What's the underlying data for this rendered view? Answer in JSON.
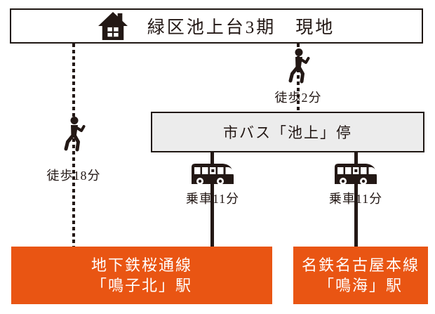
{
  "destination": {
    "label": "緑区池上台3期　現地"
  },
  "bus_stop": {
    "label": "市バス「池上」停"
  },
  "stations": {
    "subway": {
      "line": "地下鉄桜通線",
      "name": "「鳴子北」駅"
    },
    "meitetsu": {
      "line": "名鉄名古屋本線",
      "name": "「鳴海」駅"
    }
  },
  "legs": {
    "walk_from_subway": "徒歩18分",
    "walk_from_bus_stop": "徒歩2分",
    "bus_ride_from_subway": "乗車11分",
    "bus_ride_from_meitetsu": "乗車11分"
  },
  "icons": {
    "house": "house-icon",
    "walker": "walking-person-icon",
    "bus": "bus-icon"
  },
  "colors": {
    "accent_orange": "#e95513",
    "stop_gray": "#ececec",
    "ink": "#231815",
    "border_black": "#1f1713",
    "background": "#ffffff"
  }
}
